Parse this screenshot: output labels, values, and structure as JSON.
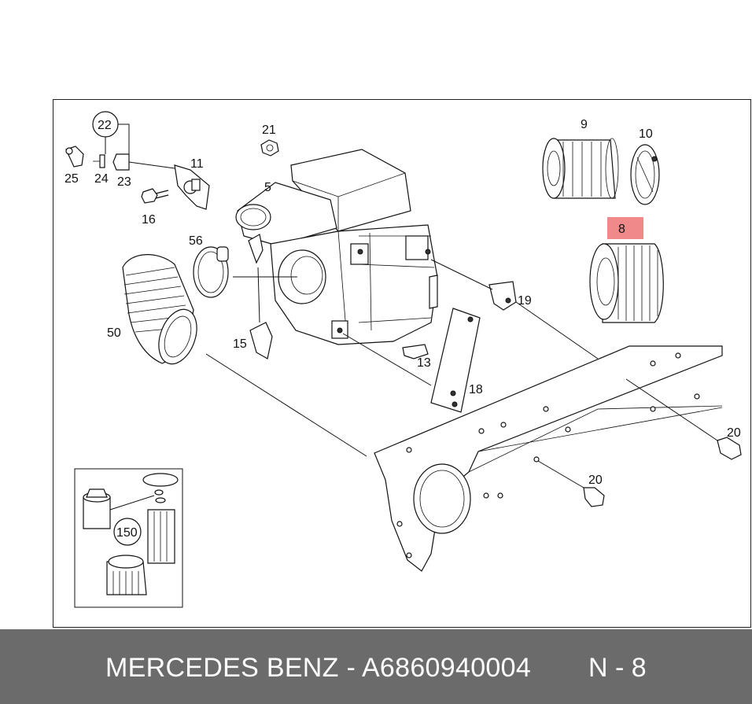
{
  "diagram": {
    "callouts": {
      "c22": "22",
      "c25": "25",
      "c24": "24",
      "c23": "23",
      "c11": "11",
      "c16": "16",
      "c21": "21",
      "c5": "5",
      "c56": "56",
      "c50": "50",
      "c15": "15",
      "c13": "13",
      "c9": "9",
      "c10": "10",
      "c8": "8",
      "c19": "19",
      "c18": "18",
      "c20a": "20",
      "c20b": "20",
      "c150": "150"
    },
    "highlight_color": "#f08a8a"
  },
  "footer": {
    "brand_part": "MERCEDES BENZ - A6860940004",
    "ref": "N - 8"
  }
}
